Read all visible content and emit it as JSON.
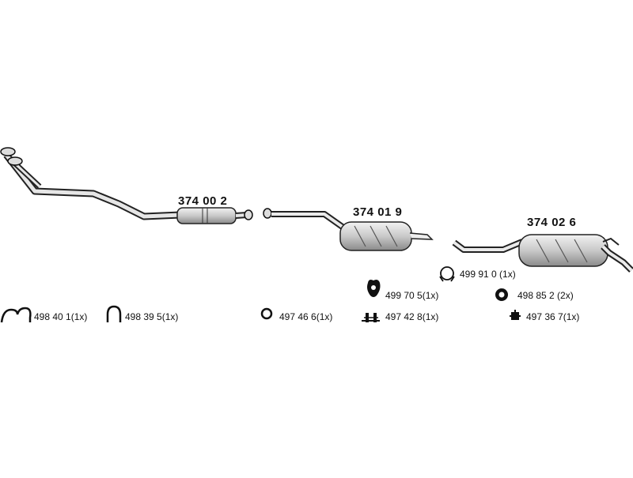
{
  "parts": [
    {
      "number": "374 00 2"
    },
    {
      "number": "374 01 9"
    },
    {
      "number": "374 02 6"
    }
  ],
  "accessories": [
    {
      "text": "498 40 1(1x)"
    },
    {
      "text": "498 39 5(1x)"
    },
    {
      "text": "497 46 6(1x)"
    },
    {
      "text": "497 42 8(1x)"
    },
    {
      "text": "497 36 7(1x)"
    },
    {
      "text": "499 70 5(1x)"
    },
    {
      "text": "498 85 2  (2x)"
    },
    {
      "text": "499 91 0 (1x)"
    }
  ],
  "icons": [
    "wide-clamp-icon",
    "u-bolt-icon",
    "ring-icon",
    "rubber-hanger-icon",
    "flange-gasket-icon",
    "bracket-icon",
    "mount-icon",
    "clip-icon"
  ]
}
